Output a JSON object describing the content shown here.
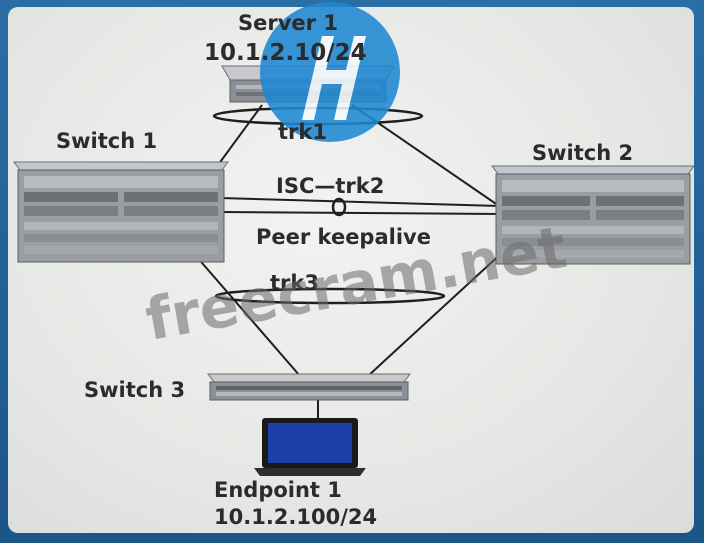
{
  "nodes": {
    "server1": {
      "name": "Server 1",
      "ip": "10.1.2.10/24"
    },
    "switch1": {
      "name": "Switch 1"
    },
    "switch2": {
      "name": "Switch 2"
    },
    "switch3": {
      "name": "Switch 3"
    },
    "endpoint1": {
      "name": "Endpoint 1",
      "ip": "10.1.2.100/24"
    }
  },
  "links": {
    "trk1": "trk1",
    "isc": "ISC—trk2",
    "keepalive": "Peer keepalive",
    "trk3": "trk3"
  },
  "watermark": "freecram.net",
  "colors": {
    "logo_blue": "#1e88d2",
    "device_gray": "#8c9096",
    "line": "#1f1f1f",
    "screen_blue": "#1d3fa8"
  }
}
